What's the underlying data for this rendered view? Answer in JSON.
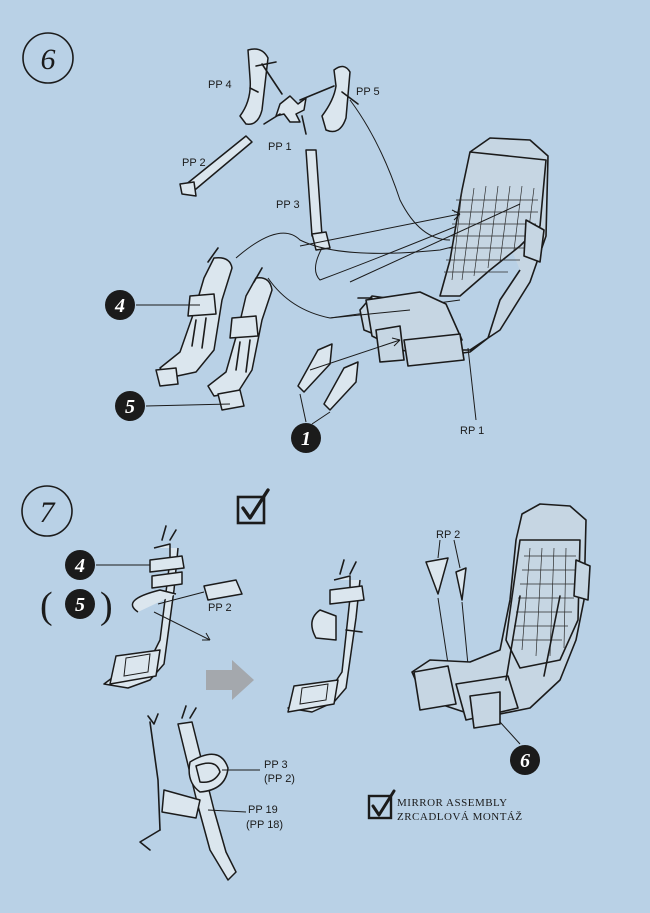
{
  "steps": [
    {
      "number": "6"
    },
    {
      "number": "7"
    }
  ],
  "step6": {
    "labels": {
      "pp4": "PP 4",
      "pp5": "PP 5",
      "pp1": "PP 1",
      "pp2": "PP 2",
      "pp3": "PP 3",
      "rp1": "RP 1"
    },
    "callouts": [
      "4",
      "5",
      "1"
    ]
  },
  "step7": {
    "labels": {
      "pp2": "PP 2",
      "rp2": "RP 2",
      "pp3": "PP 3",
      "pp2_alt": "(PP 2)",
      "pp19": "PP 19",
      "pp18_alt": "(PP 18)"
    },
    "callouts": [
      "4",
      "5",
      "6"
    ],
    "paren_open": "(",
    "paren_close": ")",
    "mirror_line1": "MIRROR  ASSEMBLY",
    "mirror_line2": "ZRCADLOVÁ  MONTÁŽ"
  },
  "colors": {
    "background": "#b9d1e6",
    "ink": "#1b1b1b",
    "arrow_gray": "#a4a8ad"
  },
  "icons": [
    "checkbox-checked-icon",
    "arrow-right-icon"
  ]
}
